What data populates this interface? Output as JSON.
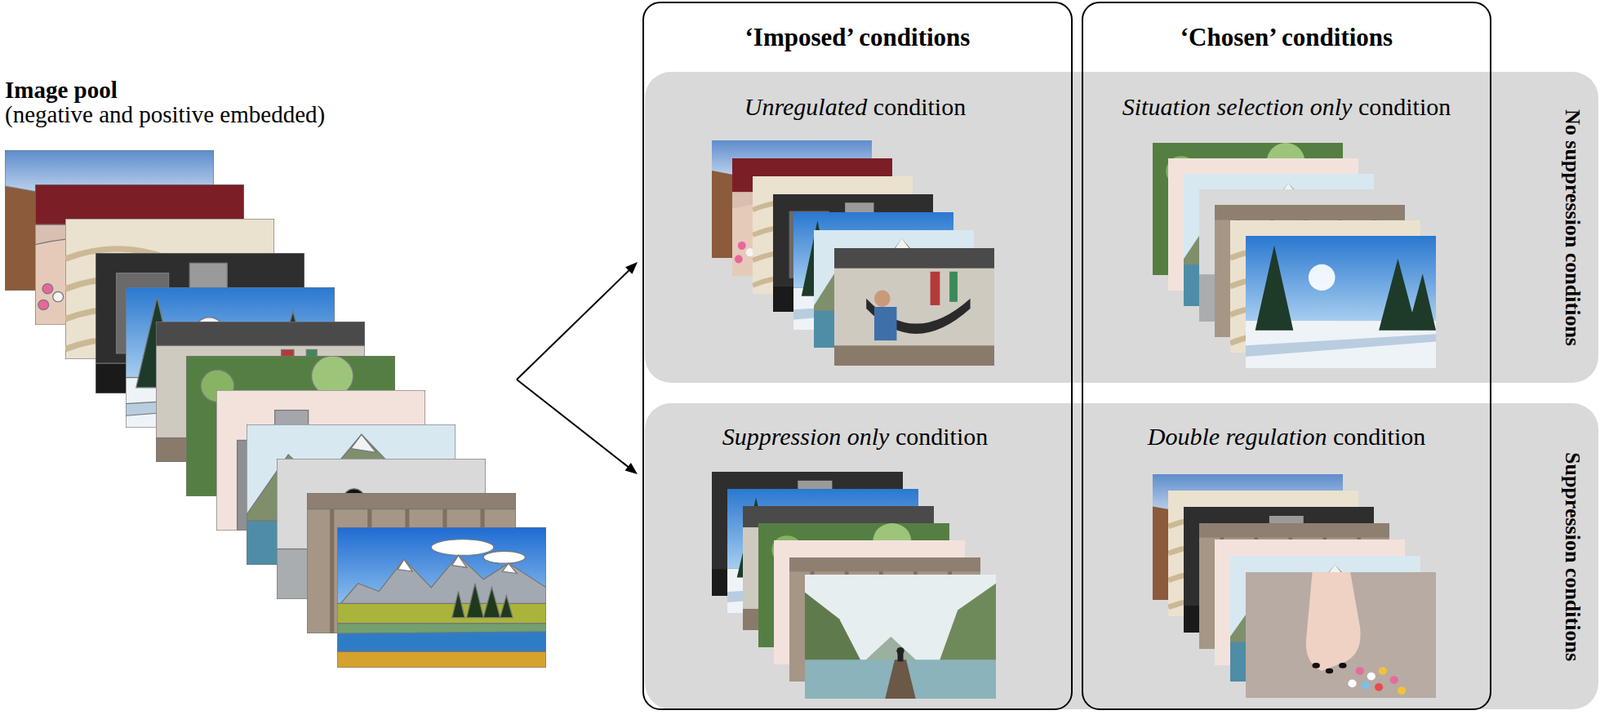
{
  "diagram": {
    "nodes": [
      {
        "text": [
          "Image pool",
          "(negative and positive embedded)"
        ]
      },
      {
        "text": [
          "‘Imposed’ conditions"
        ]
      },
      {
        "text": [
          "‘Chosen’ conditions"
        ]
      },
      {
        "text": [
          "No suppression conditions"
        ]
      },
      {
        "text": [
          "Suppression conditions"
        ]
      },
      {
        "text": [
          "Unregulated condition"
        ],
        "in": 1
      },
      {
        "text": [
          "Situation selection only condition"
        ],
        "in": 2
      },
      {
        "text": [
          "Suppression only condition"
        ],
        "in": 1
      },
      {
        "text": [
          "Double regulation condition"
        ],
        "in": 2
      }
    ],
    "edges": [
      {
        "from": 0,
        "to": 5,
        "arrow": "to"
      },
      {
        "from": 0,
        "to": 7,
        "arrow": "to"
      }
    ]
  }
}
